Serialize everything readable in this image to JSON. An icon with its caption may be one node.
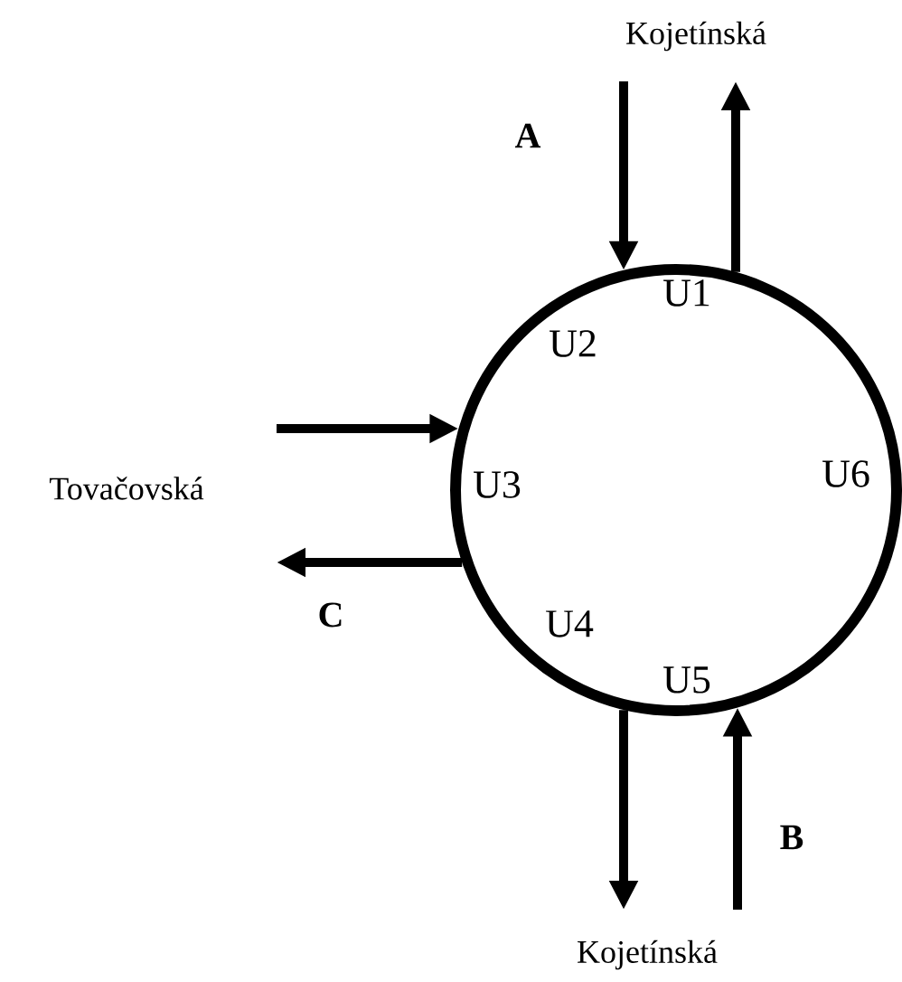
{
  "diagram": {
    "nodes": [
      {
        "text": [
          "Kojetínská"
        ]
      },
      {
        "text": [],
        "shape": "circle"
      },
      {
        "text": [
          "Tovačovská"
        ]
      },
      {
        "text": [
          "Kojetínská"
        ]
      }
    ],
    "edges": [
      {
        "from": 0,
        "to": 1,
        "arrow": "to",
        "label": "A"
      },
      {
        "from": 1,
        "to": 0,
        "arrow": "to"
      },
      {
        "from": 2,
        "to": 1,
        "arrow": "to"
      },
      {
        "from": 1,
        "to": 2,
        "arrow": "to",
        "label": "C"
      },
      {
        "from": 1,
        "to": 3,
        "arrow": "to"
      },
      {
        "from": 3,
        "to": 1,
        "arrow": "to",
        "label": "B"
      }
    ],
    "labels": [
      "U1",
      "U2",
      "U3",
      "U6",
      "U4",
      "U5"
    ]
  }
}
